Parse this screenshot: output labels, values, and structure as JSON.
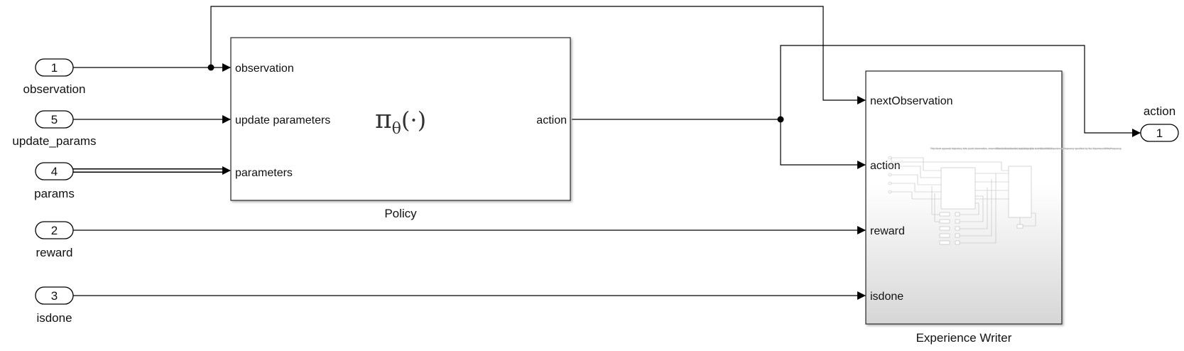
{
  "inports": [
    {
      "number": "1",
      "name": "observation"
    },
    {
      "number": "5",
      "name": "update_params"
    },
    {
      "number": "4",
      "name": "params"
    },
    {
      "number": "2",
      "name": "reward"
    },
    {
      "number": "3",
      "name": "isdone"
    }
  ],
  "policy": {
    "caption": "Policy",
    "symbol_main": "π",
    "symbol_sub": "θ",
    "symbol_args": "(·)",
    "inputs": [
      "observation",
      "update parameters",
      "parameters"
    ],
    "output": "action"
  },
  "experience_writer": {
    "caption": "Experience Writer",
    "inputs": [
      "nextObservation",
      "action",
      "reward",
      "isdone"
    ],
    "preview_note_left": "This block appends trajectory data (next observation, observation, action, reward, and isdone) to a circular buffer.",
    "preview_note_right": "This block writes the trajectory data to a file at the Experience Frequency specified by the ExperienceWriteFrequency."
  },
  "outport": {
    "number": "1",
    "name": "action"
  },
  "colors": {
    "line": "#000000",
    "block_border": "#333333",
    "gradient_top": "#ffffff",
    "gradient_bottom": "#d8d8d8"
  }
}
